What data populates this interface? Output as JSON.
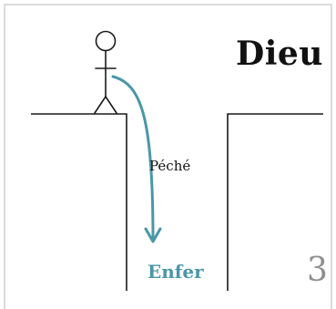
{
  "title": "Dieu",
  "arrow_label": "Péché",
  "destination_label": "Enfer",
  "panel_number": "3",
  "colors": {
    "arrow": "#4a97a7",
    "destination": "#4a97a7",
    "panel_number": "#8f8f8f",
    "lines": "#1a1a1a"
  },
  "icons": {
    "person": "stick-figure-icon",
    "arrow": "curved-arrow-down-icon"
  }
}
